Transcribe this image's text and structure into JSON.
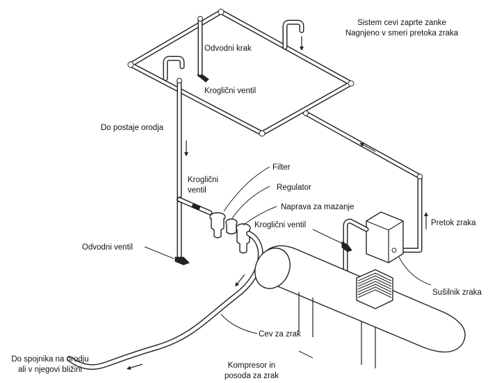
{
  "labels": {
    "loop_line1": "Sistem cevi zaprte zanke",
    "loop_line2": "Nagnjeno v smeri pretoka zraka",
    "drop_leg": "Odvodni krak",
    "ball_valve_top": "Kroglični ventil",
    "to_tool_station": "Do postaje orodja",
    "filter": "Filter",
    "ball_valve_mid_1": "Kroglični",
    "ball_valve_mid_2": "ventil",
    "regulator": "Regulator",
    "lubricator": "Naprava za mazanje",
    "ball_valve_tank": "Kroglični ventil",
    "air_flow": "Pretok zraka",
    "drain_valve": "Odvodni ventil",
    "air_dryer": "Sušilnik zraka",
    "air_hose": "Cev za zrak",
    "to_coupler_1": "Do spojnika na orodju",
    "to_coupler_2": "ali v njegovi bližini",
    "compressor_1": "Kompresor in",
    "compressor_2": "posoda za zrak"
  }
}
